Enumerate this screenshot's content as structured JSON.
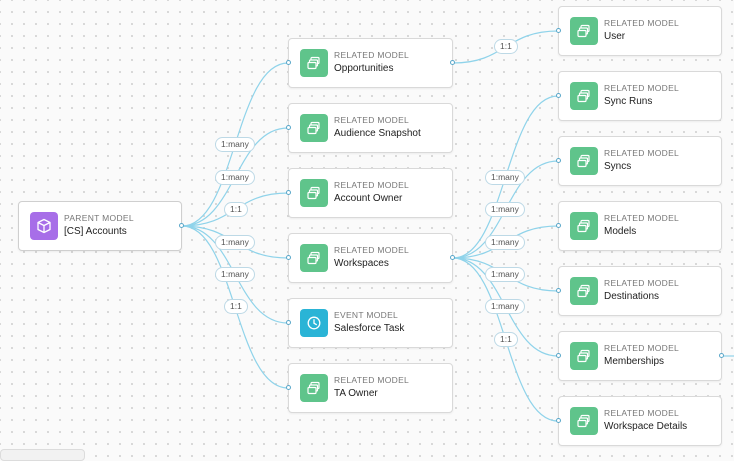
{
  "canvas": {
    "edge_color": "#8fd3ea",
    "related_color": "#5fc48b",
    "parent_color": "#a76ee8",
    "event_color": "#2ab4d6"
  },
  "parent": {
    "kind": "PARENT MODEL",
    "name": "[CS] Accounts",
    "icon": "cube-icon"
  },
  "level1": [
    {
      "kind": "RELATED MODEL",
      "name": "Opportunities",
      "cardinality": "1:many",
      "icon": "stack-icon"
    },
    {
      "kind": "RELATED MODEL",
      "name": "Audience Snapshot",
      "cardinality": "1:many",
      "icon": "stack-icon"
    },
    {
      "kind": "RELATED MODEL",
      "name": "Account Owner",
      "cardinality": "1:1",
      "icon": "stack-icon"
    },
    {
      "kind": "RELATED MODEL",
      "name": "Workspaces",
      "cardinality": "1:many",
      "icon": "stack-icon"
    },
    {
      "kind": "EVENT MODEL",
      "name": "Salesforce Task",
      "cardinality": "1:many",
      "icon": "clock-icon"
    },
    {
      "kind": "RELATED MODEL",
      "name": "TA Owner",
      "cardinality": "1:1",
      "icon": "stack-icon"
    }
  ],
  "opportunity_children": [
    {
      "kind": "RELATED MODEL",
      "name": "User",
      "cardinality": "1:1",
      "icon": "stack-icon"
    }
  ],
  "workspace_children": [
    {
      "kind": "RELATED MODEL",
      "name": "Sync Runs",
      "cardinality": "1:many",
      "icon": "stack-icon"
    },
    {
      "kind": "RELATED MODEL",
      "name": "Syncs",
      "cardinality": "1:many",
      "icon": "stack-icon"
    },
    {
      "kind": "RELATED MODEL",
      "name": "Models",
      "cardinality": "1:many",
      "icon": "stack-icon"
    },
    {
      "kind": "RELATED MODEL",
      "name": "Destinations",
      "cardinality": "1:many",
      "icon": "stack-icon"
    },
    {
      "kind": "RELATED MODEL",
      "name": "Memberships",
      "cardinality": "1:many",
      "icon": "stack-icon"
    },
    {
      "kind": "RELATED MODEL",
      "name": "Workspace Details",
      "cardinality": "1:1",
      "icon": "stack-icon"
    }
  ]
}
